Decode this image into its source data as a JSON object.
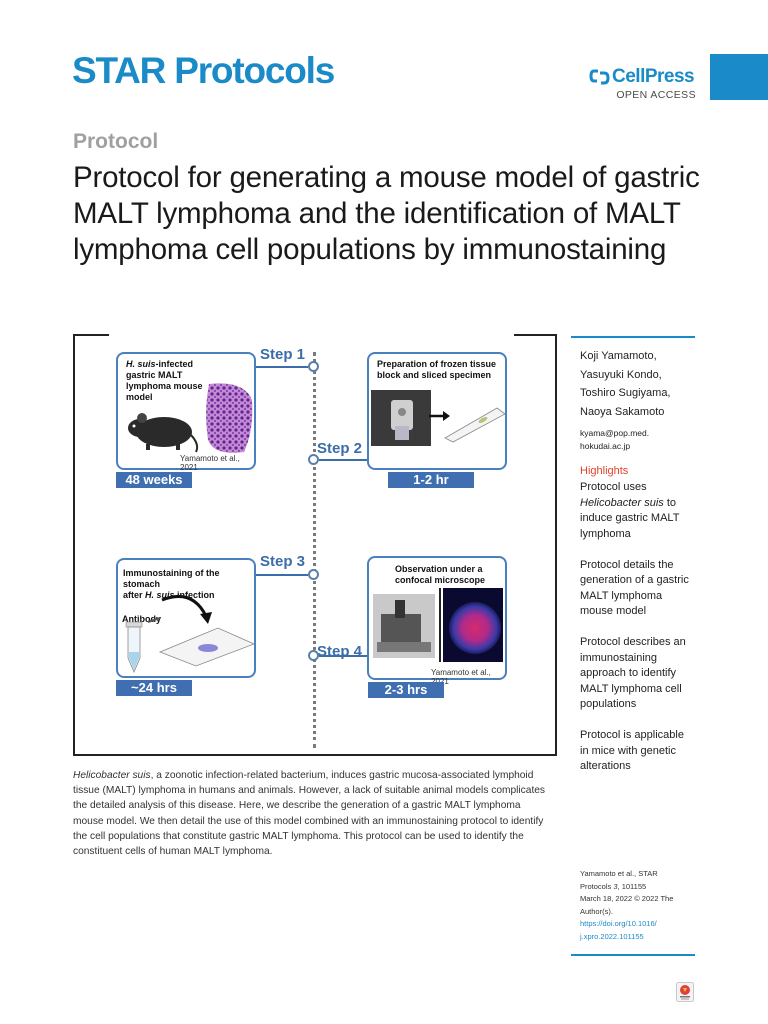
{
  "header": {
    "journal": "STAR Protocols",
    "publisher": "CellPress",
    "access": "OPEN ACCESS"
  },
  "article": {
    "type": "Protocol",
    "title": "Protocol for generating a mouse model of gastric MALT lymphoma and the identification of MALT lymphoma cell populations by immunostaining"
  },
  "figure": {
    "steps": [
      "Step 1",
      "Step 2",
      "Step 3",
      "Step 4"
    ],
    "panel1": {
      "title_italic": "H. suis",
      "title_rest": "-infected gastric MALT lymphoma mouse model",
      "citation": "Yamamoto et al., 2021",
      "duration": "48 weeks"
    },
    "panel2": {
      "title": "Preparation of frozen tissue block and sliced specimen",
      "duration": "1-2 hr"
    },
    "panel3": {
      "title_line1": "Immunostaining of the stomach",
      "title_pre": "after ",
      "title_italic": "H. suis",
      "title_post": " infection",
      "antibody": "Antibody",
      "duration": "~24 hrs"
    },
    "panel4": {
      "title": "Observation under a confocal microscope",
      "citation": "Yamamoto et al., 2021",
      "duration": "2-3 hrs"
    }
  },
  "sidebar": {
    "authors": [
      "Koji Yamamoto,",
      "Yasuyuki Kondo,",
      "Toshiro Sugiyama,",
      "Naoya Sakamoto"
    ],
    "email": [
      "kyama@pop.med.",
      "hokudai.ac.jp"
    ],
    "highlights_heading": "Highlights",
    "highlights": [
      {
        "pre": "Protocol uses ",
        "italic": "Helicobacter suis",
        "post": " to induce gastric MALT lymphoma"
      },
      {
        "pre": "Protocol details the generation of a gastric MALT lymphoma mouse model",
        "italic": "",
        "post": ""
      },
      {
        "pre": "Protocol describes an immunostaining approach to identify MALT lymphoma cell populations",
        "italic": "",
        "post": ""
      },
      {
        "pre": "Protocol is applicable in mice with genetic alterations",
        "italic": "",
        "post": ""
      }
    ],
    "reference": {
      "line1": "Yamamoto et al., STAR",
      "line2_pre": "Protocols ",
      "line2_italic": "3",
      "line2_post": ", 101155",
      "line3": "March 18, 2022 © 2022 The",
      "line4": "Author(s).",
      "doi1": "https://doi.org/10.1016/",
      "doi2": "j.xpro.2022.101155"
    }
  },
  "abstract": {
    "italic": "Helicobacter suis",
    "text": ", a zoonotic infection-related bacterium, induces gastric mucosa-associated lymphoid tissue (MALT) lymphoma in humans and animals. However, a lack of suitable animal models complicates the detailed analysis of this disease. Here, we describe the generation of a gastric MALT lymphoma mouse model. We then detail the use of this model combined with an immunostaining protocol to identify the cell populations that constitute gastric MALT lymphoma. This protocol can be used to identify the constituent cells of human MALT lymphoma."
  },
  "colors": {
    "brand": "#1a8bc8",
    "highlight": "#e0432d",
    "step": "#3b6da8"
  }
}
